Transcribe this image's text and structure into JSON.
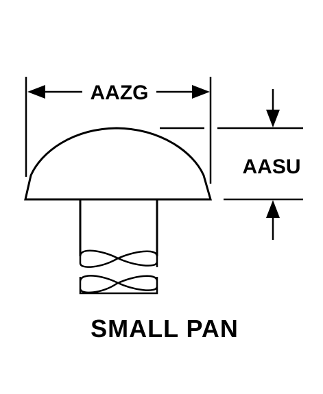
{
  "diagram": {
    "width_label": "AAZG",
    "height_label": "AASU",
    "caption": "SMALL PAN",
    "line_color": "#000000",
    "background_color": "#ffffff"
  }
}
